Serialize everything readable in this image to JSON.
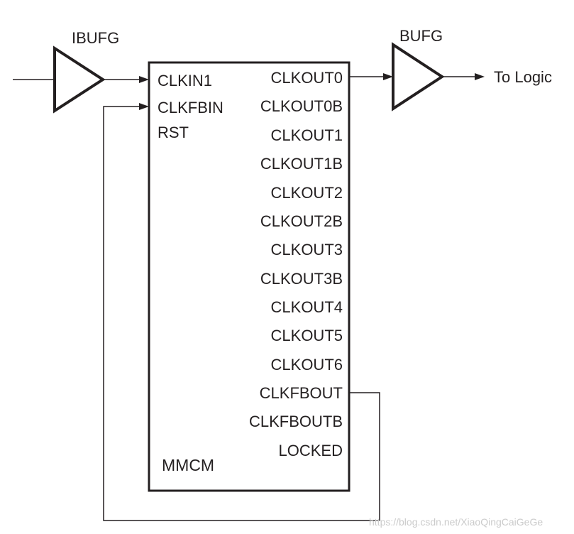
{
  "colors": {
    "ink": "#231f20",
    "background": "#ffffff",
    "watermark": "#cbcbcb"
  },
  "input_buffer": {
    "label": "IBUFG"
  },
  "output_buffer": {
    "label": "BUFG"
  },
  "output_destination": {
    "label": "To Logic"
  },
  "mmcm": {
    "name": "MMCM",
    "inputs": [
      "CLKIN1",
      "CLKFBIN",
      "RST"
    ],
    "outputs": [
      "CLKOUT0",
      "CLKOUT0B",
      "CLKOUT1",
      "CLKOUT1B",
      "CLKOUT2",
      "CLKOUT2B",
      "CLKOUT3",
      "CLKOUT3B",
      "CLKOUT4",
      "CLKOUT5",
      "CLKOUT6",
      "CLKFBOUT",
      "CLKFBOUTB",
      "LOCKED"
    ]
  },
  "watermark": {
    "text": "https://blog.csdn.net/XiaoQingCaiGeGe"
  }
}
